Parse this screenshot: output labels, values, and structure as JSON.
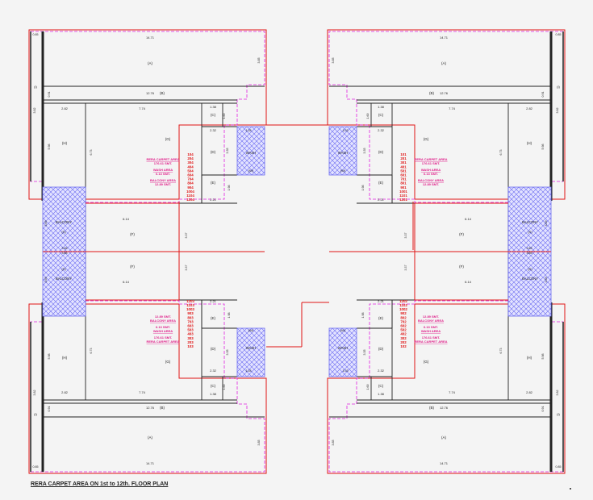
{
  "caption": "RERA CARPET AREA ON 1st to 12th. FLOOR PLAN",
  "colors": {
    "wall": "#e01515",
    "dashed": "#e020e0",
    "hatch": "#6a6af0",
    "dark": "#222222"
  },
  "labels": {
    "A": "(A)",
    "B": "(B)",
    "C": "(C)",
    "D": "(D)",
    "E": "(E)",
    "F": "(F)",
    "G": "(G)",
    "H": "(H)",
    "I": "(I)",
    "S": "(S)",
    "W": "(W)",
    "wash": "WASH",
    "balcony": "BALCONY"
  },
  "dims": {
    "d1471": "14.71",
    "d1276": "12.76",
    "d774": "7.74",
    "d614": "6.14",
    "d673": "6.73",
    "d598": "5.98",
    "d385": "3.85",
    "d382": "3.82",
    "d337": "3.37",
    "d335": "3.35",
    "d302": "3.02",
    "d282": "2.82",
    "d232": "2.32",
    "d221": "2.21",
    "d198": "1.98",
    "d160": "1.60",
    "d138": "1.38",
    "d091": "0.91",
    "d085": "0.85",
    "d103": "1.03",
    "d365": "3.65",
    "d369": "3.69"
  },
  "areas": {
    "rera": "RERA CARPET AREA",
    "rera_val": "176.61 SMT.",
    "wash": "WASH AREA",
    "wash_val": "6.13 SMT.",
    "balcony": "BALCONY AREA",
    "balcony_val": "12.89 SMT."
  },
  "flats": {
    "tl": [
      "104",
      "204",
      "304",
      "404",
      "504",
      "604",
      "704",
      "804",
      "904",
      "1004",
      "1104",
      "1204"
    ],
    "tr": [
      "101",
      "201",
      "301",
      "401",
      "501",
      "601",
      "701",
      "801",
      "901",
      "1001",
      "1101",
      "1201"
    ],
    "bl": [
      "103",
      "203",
      "303",
      "403",
      "503",
      "603",
      "703",
      "803",
      "903",
      "1003",
      "1103",
      "1203"
    ],
    "br": [
      "102",
      "202",
      "302",
      "402",
      "502",
      "602",
      "702",
      "802",
      "902",
      "1002",
      "1102",
      "1202"
    ]
  }
}
